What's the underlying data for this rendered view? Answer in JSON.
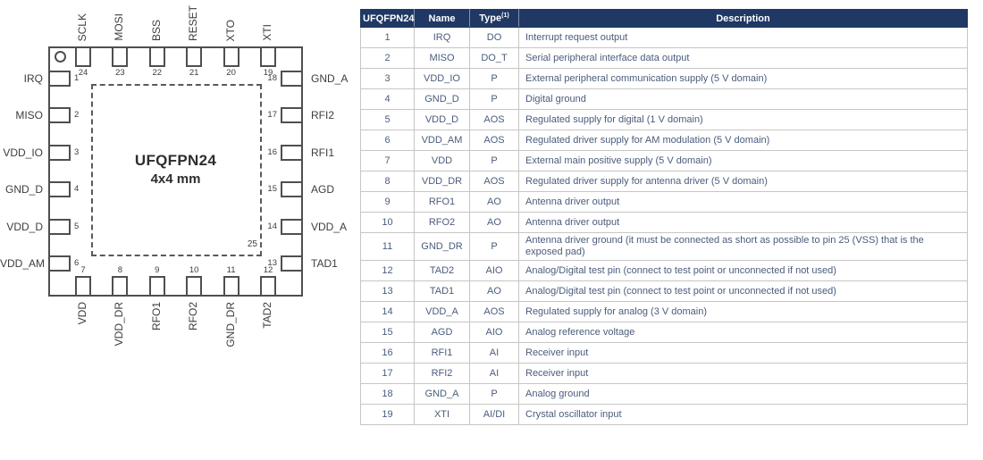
{
  "diagram": {
    "title": "UFQFPN24",
    "subtitle": "4x4 mm",
    "exposed_pad_pin": "25",
    "pin1_marker": "pin-1-indicator-circle",
    "pins_top": [
      {
        "num": "24",
        "label": "SCLK"
      },
      {
        "num": "23",
        "label": "MOSI"
      },
      {
        "num": "22",
        "label": "BSS"
      },
      {
        "num": "21",
        "label": "RESET"
      },
      {
        "num": "20",
        "label": "XTO"
      },
      {
        "num": "19",
        "label": "XTI"
      }
    ],
    "pins_left": [
      {
        "num": "1",
        "label": "IRQ"
      },
      {
        "num": "2",
        "label": "MISO"
      },
      {
        "num": "3",
        "label": "VDD_IO"
      },
      {
        "num": "4",
        "label": "GND_D"
      },
      {
        "num": "5",
        "label": "VDD_D"
      },
      {
        "num": "6",
        "label": "VDD_AM"
      }
    ],
    "pins_right": [
      {
        "num": "18",
        "label": "GND_A"
      },
      {
        "num": "17",
        "label": "RFI2"
      },
      {
        "num": "16",
        "label": "RFI1"
      },
      {
        "num": "15",
        "label": "AGD"
      },
      {
        "num": "14",
        "label": "VDD_A"
      },
      {
        "num": "13",
        "label": "TAD1"
      }
    ],
    "pins_bottom": [
      {
        "num": "7",
        "label": "VDD"
      },
      {
        "num": "8",
        "label": "VDD_DR"
      },
      {
        "num": "9",
        "label": "RFO1"
      },
      {
        "num": "10",
        "label": "RFO2"
      },
      {
        "num": "11",
        "label": "GND_DR"
      },
      {
        "num": "12",
        "label": "TAD2"
      }
    ]
  },
  "table": {
    "headers": [
      "UFQFPN24",
      "Name",
      "Type",
      "Description"
    ],
    "type_superscript": "(1)",
    "rows": [
      {
        "pin": "1",
        "name": "IRQ",
        "type": "DO",
        "desc": "Interrupt request output"
      },
      {
        "pin": "2",
        "name": "MISO",
        "type": "DO_T",
        "desc": "Serial peripheral interface data output"
      },
      {
        "pin": "3",
        "name": "VDD_IO",
        "type": "P",
        "desc": "External peripheral communication supply (5 V domain)"
      },
      {
        "pin": "4",
        "name": "GND_D",
        "type": "P",
        "desc": "Digital ground"
      },
      {
        "pin": "5",
        "name": "VDD_D",
        "type": "AOS",
        "desc": "Regulated supply for digital (1 V domain)"
      },
      {
        "pin": "6",
        "name": "VDD_AM",
        "type": "AOS",
        "desc": "Regulated driver supply for AM modulation (5 V domain)"
      },
      {
        "pin": "7",
        "name": "VDD",
        "type": "P",
        "desc": "External main positive supply (5 V domain)"
      },
      {
        "pin": "8",
        "name": "VDD_DR",
        "type": "AOS",
        "desc": "Regulated driver supply for antenna driver (5 V domain)"
      },
      {
        "pin": "9",
        "name": "RFO1",
        "type": "AO",
        "desc": "Antenna driver output"
      },
      {
        "pin": "10",
        "name": "RFO2",
        "type": "AO",
        "desc": "Antenna driver output"
      },
      {
        "pin": "11",
        "name": "GND_DR",
        "type": "P",
        "desc": "Antenna driver ground (it must be connected as short as possible to pin 25 (VSS) that is the exposed pad)"
      },
      {
        "pin": "12",
        "name": "TAD2",
        "type": "AIO",
        "desc": "Analog/Digital test pin (connect to test point or unconnected if not used)"
      },
      {
        "pin": "13",
        "name": "TAD1",
        "type": "AO",
        "desc": "Analog/Digital test pin (connect to test point or unconnected if not used)"
      },
      {
        "pin": "14",
        "name": "VDD_A",
        "type": "AOS",
        "desc": "Regulated supply for analog (3 V domain)"
      },
      {
        "pin": "15",
        "name": "AGD",
        "type": "AIO",
        "desc": "Analog reference voltage"
      },
      {
        "pin": "16",
        "name": "RFI1",
        "type": "AI",
        "desc": "Receiver input"
      },
      {
        "pin": "17",
        "name": "RFI2",
        "type": "AI",
        "desc": "Receiver input"
      },
      {
        "pin": "18",
        "name": "GND_A",
        "type": "P",
        "desc": "Analog ground"
      },
      {
        "pin": "19",
        "name": "XTI",
        "type": "AI/DI",
        "desc": "Crystal oscillator input"
      }
    ]
  },
  "colors": {
    "header_bg": "#1f3864",
    "header_fg": "#ffffff",
    "body_text": "#4a5c7c",
    "table_border": "#c6c6c6",
    "diagram_line": "#4f4f4f"
  }
}
